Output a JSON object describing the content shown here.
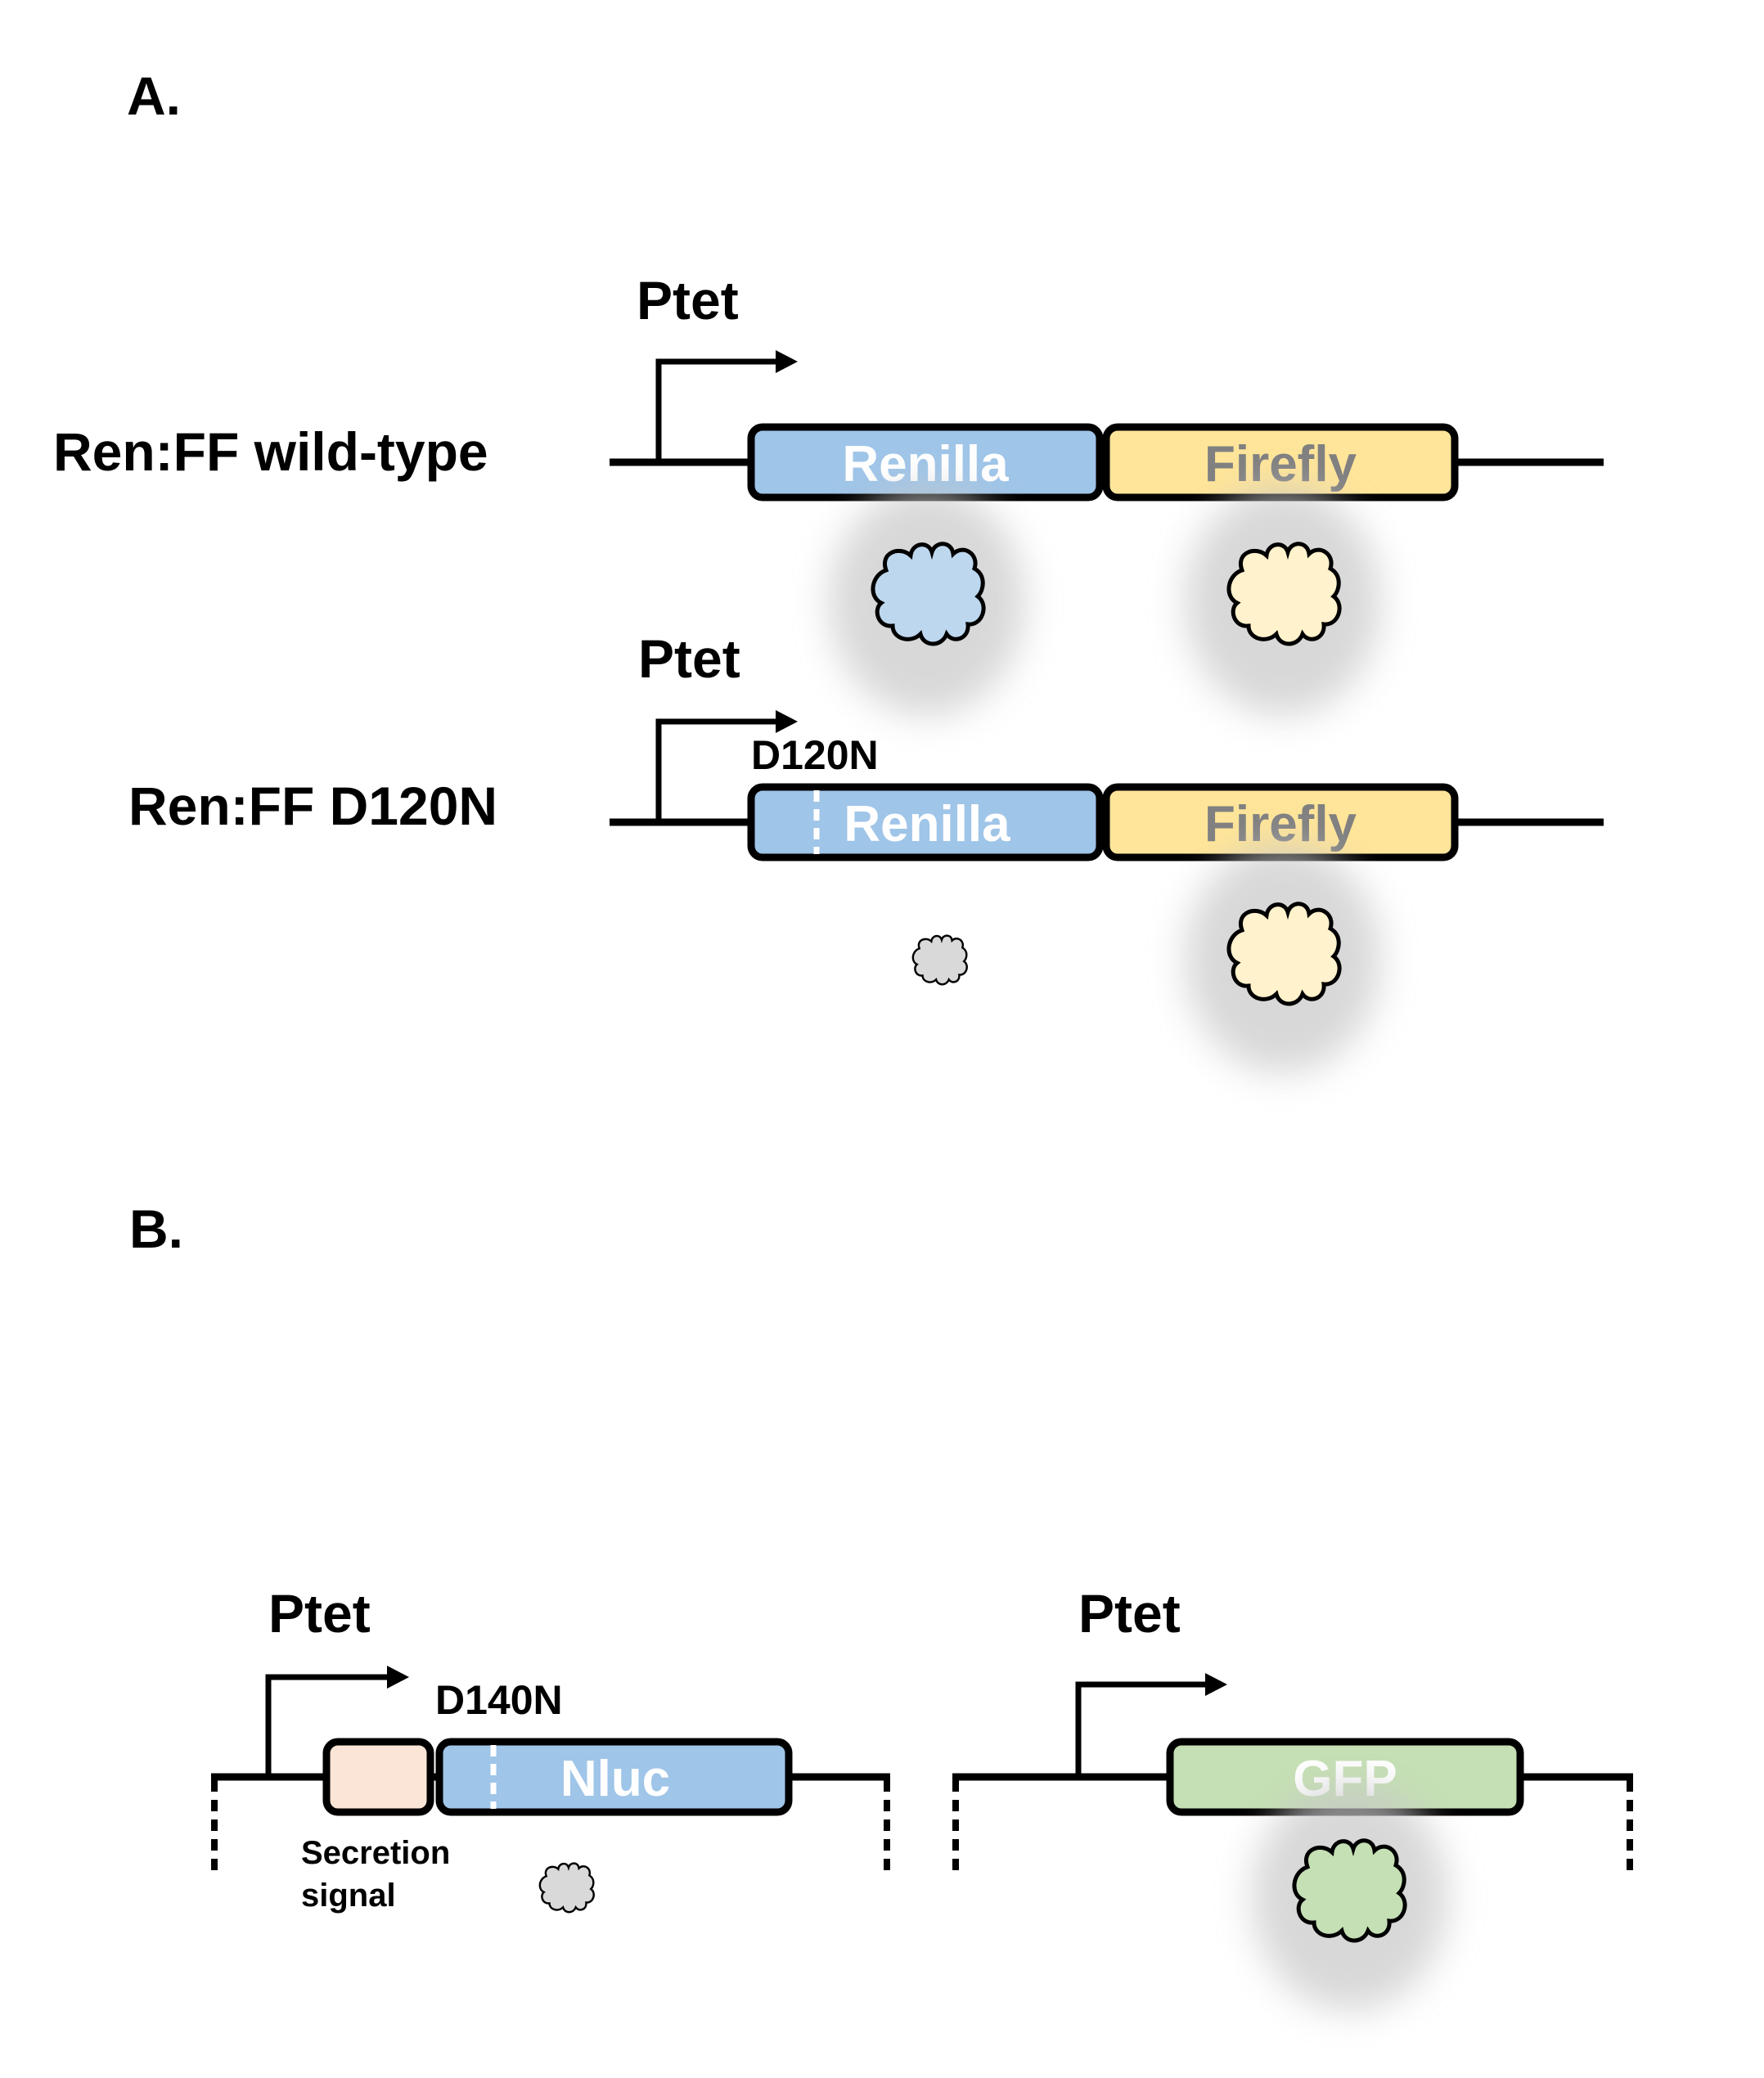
{
  "figure": {
    "panels": [
      {
        "label": "A.",
        "constructs": [
          {
            "name": "Ren:FF wild-type",
            "promoter": "Ptet",
            "mutation": null,
            "genes": [
              {
                "name": "Renilla",
                "fill": "#9fc5e8",
                "text_color": "#ffffff",
                "mutated": false
              },
              {
                "name": "Firefly",
                "fill": "#ffe599",
                "text_color": "#808080",
                "mutated": false
              }
            ],
            "products": [
              {
                "protein": "Renilla",
                "fill": "#bdd7ee",
                "active": true
              },
              {
                "protein": "Firefly",
                "fill": "#fff2cc",
                "active": true
              }
            ]
          },
          {
            "name": "Ren:FF D120N",
            "promoter": "Ptet",
            "mutation": "D120N",
            "genes": [
              {
                "name": "Renilla",
                "fill": "#9fc5e8",
                "text_color": "#ffffff",
                "mutated": true
              },
              {
                "name": "Firefly",
                "fill": "#ffe599",
                "text_color": "#808080",
                "mutated": false
              }
            ],
            "products": [
              {
                "protein": "Renilla D120N",
                "fill": "#d9d9d9",
                "active": false
              },
              {
                "protein": "Firefly",
                "fill": "#fff2cc",
                "active": true
              }
            ]
          }
        ]
      },
      {
        "label": "B.",
        "constructs": [
          {
            "promoter": "Ptet",
            "mutation": "D140N",
            "genes": [
              {
                "name": "",
                "annotation": "Secretion signal",
                "annotation_lines": [
                  "Secretion",
                  "signal"
                ],
                "fill": "#fbe5d6"
              },
              {
                "name": "Nluc",
                "fill": "#9fc5e8",
                "text_color": "#ffffff",
                "mutated": true
              }
            ],
            "products": [
              {
                "protein": "Nluc D140N",
                "fill": "#d9d9d9",
                "active": false
              }
            ]
          },
          {
            "promoter": "Ptet",
            "mutation": null,
            "genes": [
              {
                "name": "GFP",
                "fill": "#c5e0b4",
                "text_color": "#ffffff",
                "mutated": false
              }
            ],
            "products": [
              {
                "protein": "GFP",
                "fill": "#c5e0b4",
                "active": true
              }
            ]
          }
        ]
      }
    ]
  }
}
